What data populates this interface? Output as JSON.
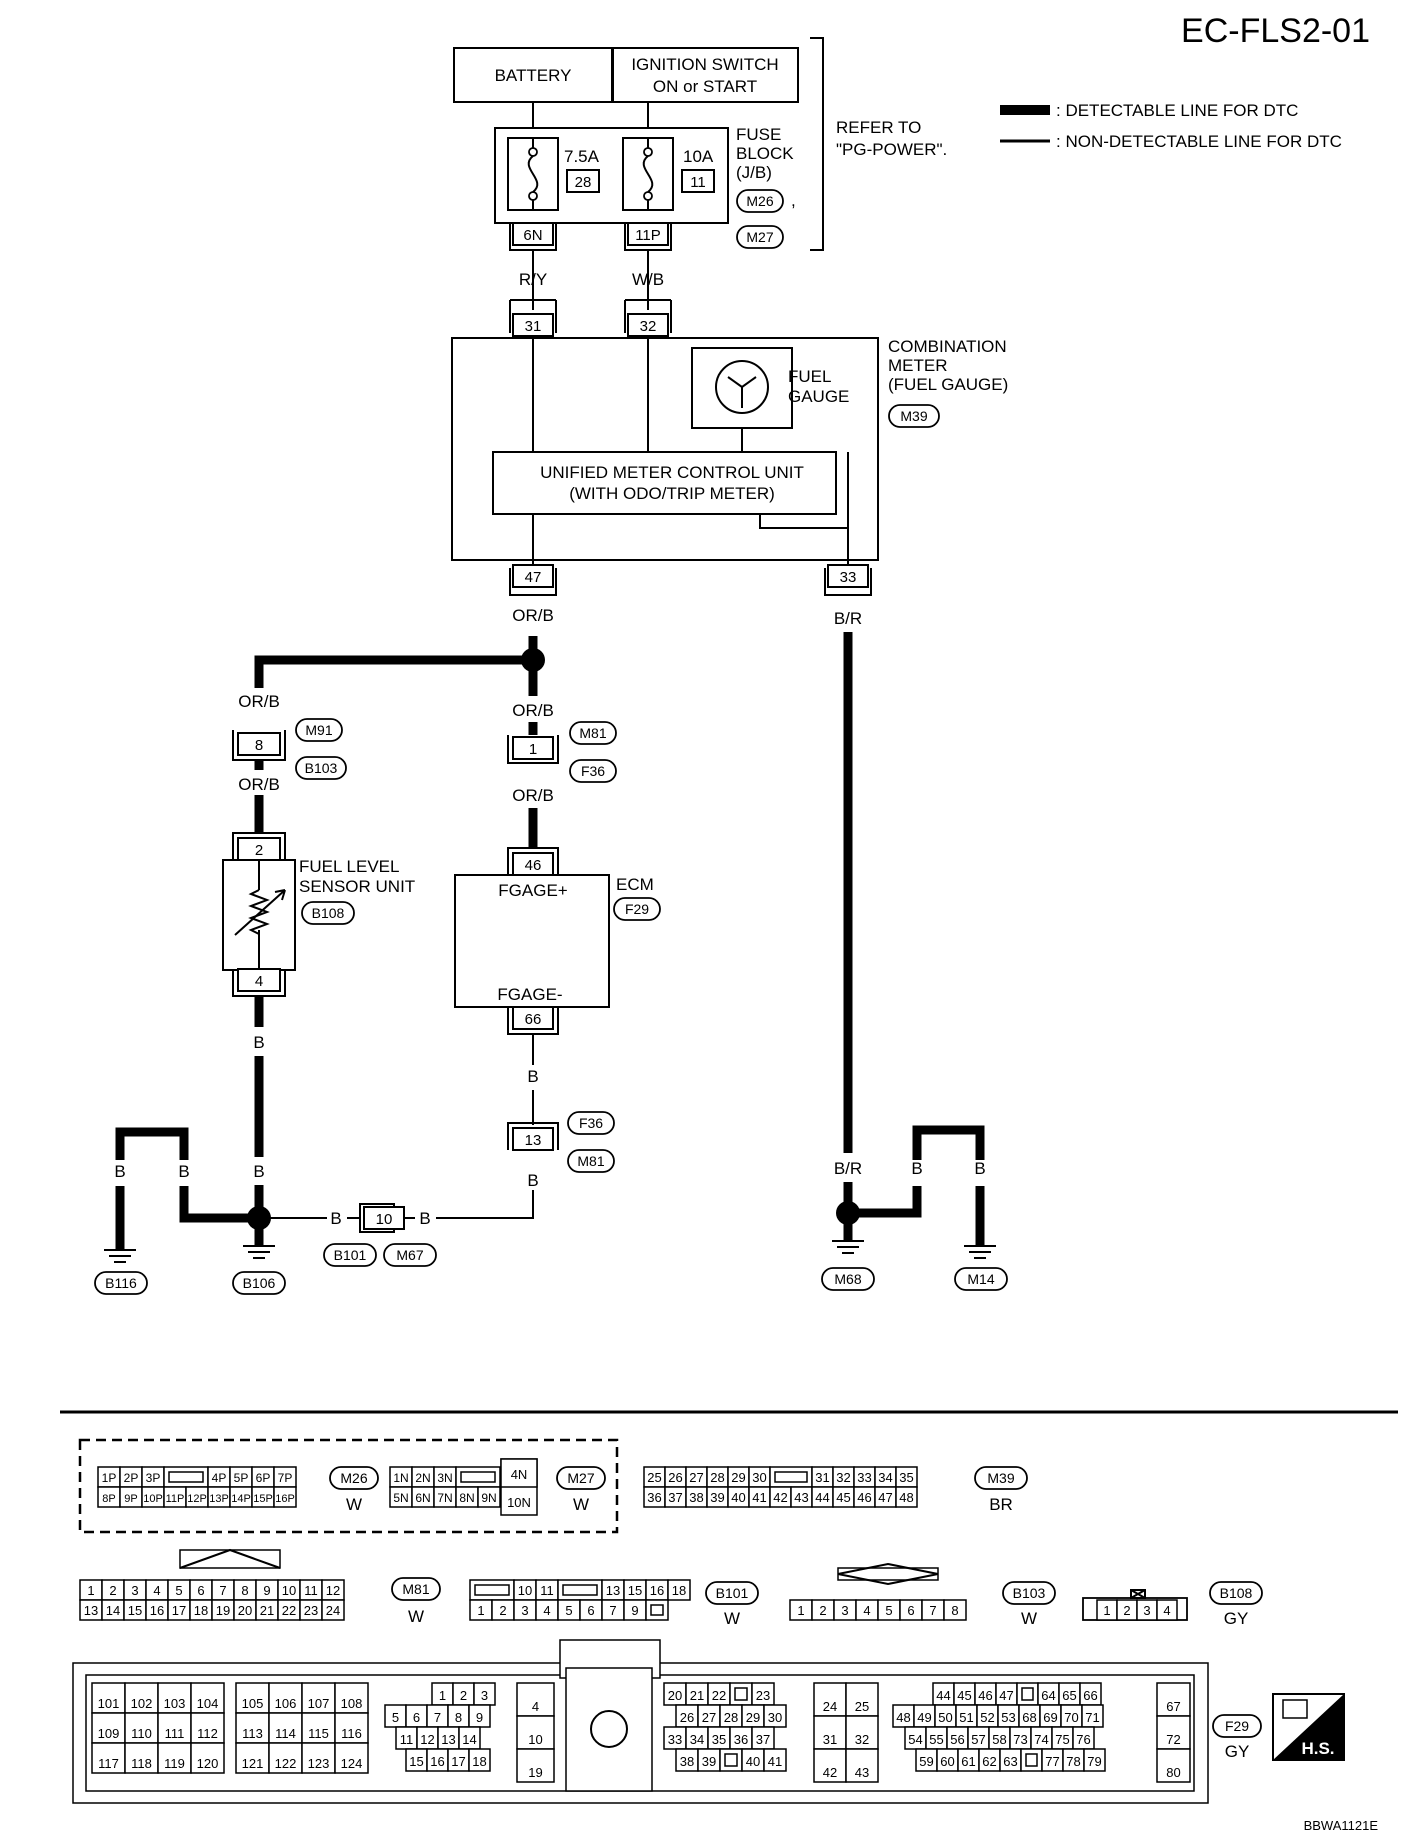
{
  "header": {
    "diagram_code": "EC-FLS2-01",
    "footer_code": "BBWA1121E"
  },
  "legend": {
    "detectable": ": DETECTABLE LINE FOR DTC",
    "non_detectable": ": NON-DETECTABLE LINE FOR DTC"
  },
  "power": {
    "battery": "BATTERY",
    "ignition_line1": "IGNITION SWITCH",
    "ignition_line2": "ON or START",
    "refer_line1": "REFER TO",
    "refer_line2": "\"PG-POWER\"."
  },
  "fuse_block": {
    "label_line1": "FUSE",
    "label_line2": "BLOCK",
    "label_line3": "(J/B)",
    "conn_a": "M26",
    "comma": ",",
    "conn_b": "M27",
    "fuse1_amp": "7.5A",
    "fuse1_num": "28",
    "fuse2_amp": "10A",
    "fuse2_num": "11",
    "term1": "6N",
    "term2": "11P"
  },
  "wires": {
    "ry": "R/Y",
    "wb": "W/B",
    "orb": "OR/B",
    "br": "B/R",
    "b": "B"
  },
  "combination_meter": {
    "label_line1": "COMBINATION",
    "label_line2": "METER",
    "label_line3": "(FUEL GAUGE)",
    "conn": "M39",
    "gauge_line1": "FUEL",
    "gauge_line2": "GAUGE",
    "unit_line1": "UNIFIED METER CONTROL UNIT",
    "unit_line2": "(WITH ODO/TRIP METER)",
    "pin_a": "31",
    "pin_b": "32",
    "pin_c": "47",
    "pin_d": "33"
  },
  "junctions": {
    "m91_pin": "8",
    "m91": "M91",
    "b103": "B103",
    "m81_pin": "1",
    "m81": "M81",
    "f36": "F36",
    "f36_pin": "13",
    "b101_pin": "10",
    "b101": "B101",
    "m67": "M67"
  },
  "sensor": {
    "label_line1": "FUEL LEVEL",
    "label_line2": "SENSOR UNIT",
    "conn": "B108",
    "pin_top": "2",
    "pin_bottom": "4"
  },
  "ecm": {
    "label": "ECM",
    "conn": "F29",
    "plus": "FGAGE+",
    "minus": "FGAGE-",
    "pin_top": "46",
    "pin_bottom": "66"
  },
  "grounds": {
    "g1": "B116",
    "g2": "B106",
    "g3": "M68",
    "g4": "M14"
  },
  "connectors": {
    "m26": {
      "name": "M26",
      "color": "W",
      "row1": [
        "1P",
        "2P",
        "3P",
        "",
        "4P",
        "5P",
        "6P",
        "7P"
      ],
      "row2": [
        "8P",
        "9P",
        "10P",
        "11P",
        "12P",
        "13P",
        "14P",
        "15P",
        "16P"
      ]
    },
    "m27": {
      "name": "M27",
      "color": "W",
      "row1": [
        "1N",
        "2N",
        "3N",
        ""
      ],
      "row2": [
        "5N",
        "6N",
        "7N",
        "8N",
        "9N"
      ],
      "side_top": "4N",
      "side_bottom": "10N"
    },
    "m39": {
      "name": "M39",
      "color": "BR",
      "row1": [
        "25",
        "26",
        "27",
        "28",
        "29",
        "30",
        "",
        "31",
        "32",
        "33",
        "34",
        "35"
      ],
      "row2": [
        "36",
        "37",
        "38",
        "39",
        "40",
        "41",
        "42",
        "43",
        "44",
        "45",
        "46",
        "47",
        "48"
      ]
    },
    "m81": {
      "name": "M81",
      "color": "W",
      "row1": [
        "1",
        "2",
        "3",
        "4",
        "5",
        "6",
        "7",
        "8",
        "9",
        "10",
        "11",
        "12"
      ],
      "row2": [
        "13",
        "14",
        "15",
        "16",
        "17",
        "18",
        "19",
        "20",
        "21",
        "22",
        "23",
        "24"
      ]
    },
    "b101": {
      "name": "B101",
      "color": "W",
      "row1": [
        "",
        "10",
        "11",
        "",
        "13",
        "15",
        "16",
        "18"
      ],
      "row2": [
        "1",
        "2",
        "3",
        "4",
        "5",
        "6",
        "7",
        "9",
        ""
      ]
    },
    "b103": {
      "name": "B103",
      "color": "W",
      "row1": [
        "1",
        "2",
        "3",
        "4",
        "5",
        "6",
        "7",
        "8"
      ]
    },
    "b108": {
      "name": "B108",
      "color": "GY",
      "row1": [
        "1",
        "2",
        "3",
        "4"
      ]
    },
    "f29": {
      "name": "F29",
      "color": "GY",
      "hs": "H.S.",
      "g1": [
        [
          "101",
          "102",
          "103",
          "104"
        ],
        [
          "109",
          "110",
          "111",
          "112"
        ],
        [
          "117",
          "118",
          "119",
          "120"
        ]
      ],
      "g2": [
        [
          "105",
          "106",
          "107",
          "108"
        ],
        [
          "113",
          "114",
          "115",
          "116"
        ],
        [
          "121",
          "122",
          "123",
          "124"
        ]
      ],
      "g3": [
        [
          "1",
          "2",
          "3"
        ],
        [
          "5",
          "6",
          "7",
          "8",
          "9"
        ],
        [
          "11",
          "12",
          "13",
          "14"
        ],
        [
          "15",
          "16",
          "17",
          "18"
        ]
      ],
      "g4": [
        "4",
        "10",
        "19"
      ],
      "g5": [
        [
          "20",
          "21",
          "22",
          "",
          "23"
        ],
        [
          "26",
          "27",
          "28",
          "29",
          "30"
        ],
        [
          "33",
          "34",
          "35",
          "36",
          "37"
        ],
        [
          "38",
          "39",
          "",
          "40",
          "41"
        ]
      ],
      "g6": [
        [
          "24",
          "25"
        ],
        [
          "31",
          "32"
        ],
        [
          "42",
          "43"
        ]
      ],
      "g7": [
        [
          "44",
          "45",
          "46",
          "47",
          "",
          "64",
          "65",
          "66"
        ],
        [
          "48",
          "49",
          "50",
          "51",
          "52",
          "53",
          "68",
          "69",
          "70",
          "71"
        ],
        [
          "54",
          "55",
          "56",
          "57",
          "58",
          "73",
          "74",
          "75",
          "76"
        ],
        [
          "59",
          "60",
          "61",
          "62",
          "63",
          "",
          "77",
          "78",
          "79"
        ]
      ],
      "g8": [
        "67",
        "72",
        "80"
      ]
    }
  }
}
